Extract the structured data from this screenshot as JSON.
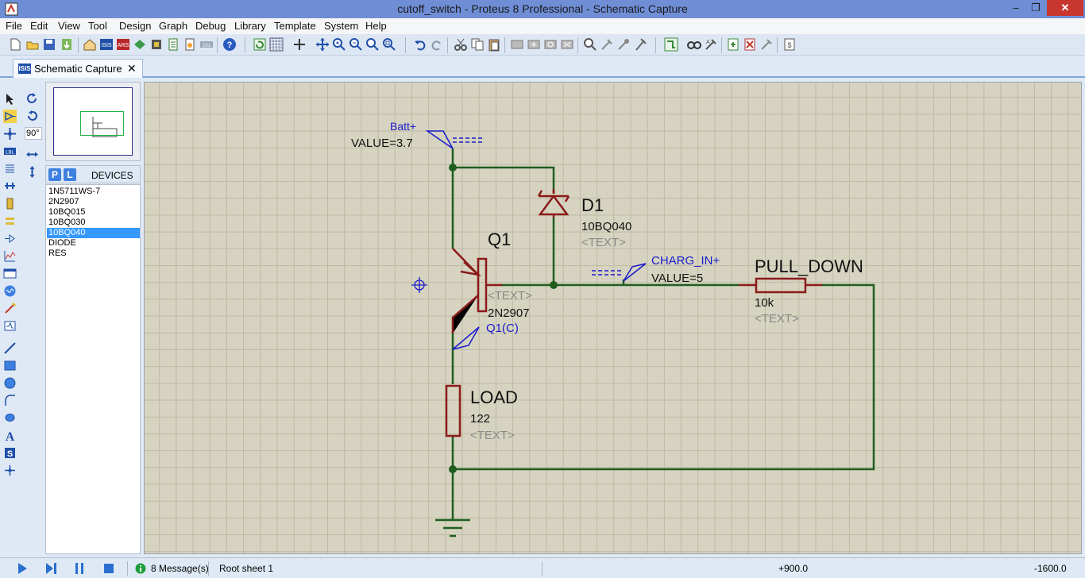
{
  "window": {
    "title": "cutoff_switch - Proteus 8 Professional - Schematic Capture",
    "minimize": "‒",
    "maximize": "❐",
    "close": "✕"
  },
  "menu": [
    "File",
    "Edit",
    "View",
    "Tool",
    "Design",
    "Graph",
    "Debug",
    "Library",
    "Template",
    "System",
    "Help"
  ],
  "tab": {
    "label": "Schematic Capture",
    "close": "✕"
  },
  "rotation": {
    "angle": "90°"
  },
  "devices": {
    "p_button": "P",
    "l_button": "L",
    "title": "DEVICES",
    "items": [
      "1N5711WS-7",
      "2N2907",
      "10BQ015",
      "10BQ030",
      "10BQ040",
      "DIODE",
      "RES"
    ],
    "selected": "10BQ040"
  },
  "schematic": {
    "batt_name": "Batt+",
    "batt_value": "VALUE=3.7",
    "d1_ref": "D1",
    "d1_value": "10BQ040",
    "d1_text": "<TEXT>",
    "q1_ref": "Q1",
    "q1_text": "<TEXT>",
    "q1_value": "2N2907",
    "q1c_probe": "Q1(C)",
    "charg_name": "CHARG_IN+",
    "charg_value": "VALUE=5",
    "pulldown_ref": "PULL_DOWN",
    "pulldown_value": "10k",
    "pulldown_text": "<TEXT>",
    "load_ref": "LOAD",
    "load_value": "122",
    "load_text": "<TEXT>"
  },
  "status": {
    "messages": "8 Message(s)",
    "sheet": "Root sheet 1",
    "coord_x": "+900.0",
    "coord_y": "-1600.0"
  },
  "colors": {
    "wire": "#1f5e1f",
    "component": "#8b1a1a",
    "label_blue": "#1a1acc",
    "grid_bg": "#d6d4c0",
    "grid_line": "#bcb9a4"
  }
}
